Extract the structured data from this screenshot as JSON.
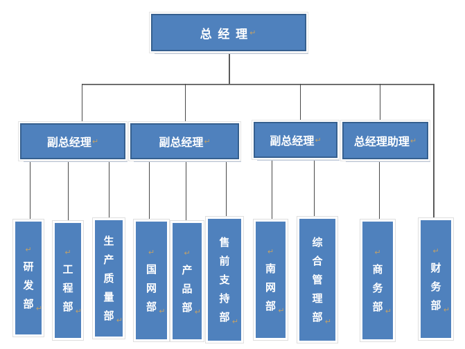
{
  "org": {
    "root": {
      "label": "总 经 理"
    },
    "level2": [
      {
        "label": "副总经理"
      },
      {
        "label": "副总经理"
      },
      {
        "label": "副总经理"
      },
      {
        "label": "总经理助理"
      }
    ],
    "departments": [
      {
        "label": "研发部"
      },
      {
        "label": "工程部"
      },
      {
        "label": "生产质量部"
      },
      {
        "label": "国网部"
      },
      {
        "label": "产品部"
      },
      {
        "label": "售前支持部"
      },
      {
        "label": "南网部"
      },
      {
        "label": "综合管理部"
      },
      {
        "label": "商务部"
      },
      {
        "label": "财务部"
      }
    ],
    "marks": {
      "symbol": "↵"
    },
    "colors": {
      "box_fill": "#4f81bd",
      "box_border": "#36608f",
      "text": "#ffffff",
      "paragraph_mark": "#bfa06a",
      "connector": "#5a5a5a"
    }
  }
}
